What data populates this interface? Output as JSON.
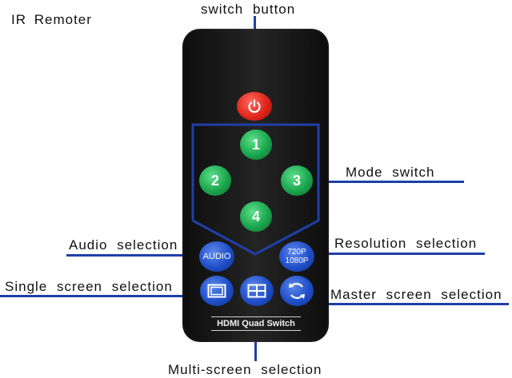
{
  "title": "IR  Remoter",
  "labels": {
    "switch_button": "switch  button",
    "mode_switch": "Mode  switch",
    "audio_selection": "Audio  selection",
    "resolution_selection": "Resolution  selection",
    "single_screen_selection": "Single  screen  selection",
    "master_screen_selection": "Master  screen  selection",
    "multi_screen_selection": "Multi-screen  selection"
  },
  "remote": {
    "mode_buttons": [
      "1",
      "2",
      "3",
      "4"
    ],
    "audio_label": "AUDIO",
    "resolution_top": "720P",
    "resolution_bottom": "1080P",
    "brand": "HDMI Quad Switch"
  },
  "colors": {
    "line": "#1f3fa8",
    "power": "#e0261c",
    "mode": "#1ba64e",
    "function": "#1f4fc9"
  },
  "icons": [
    "power-icon",
    "single-screen-icon",
    "multi-screen-icon",
    "master-screen-icon"
  ]
}
